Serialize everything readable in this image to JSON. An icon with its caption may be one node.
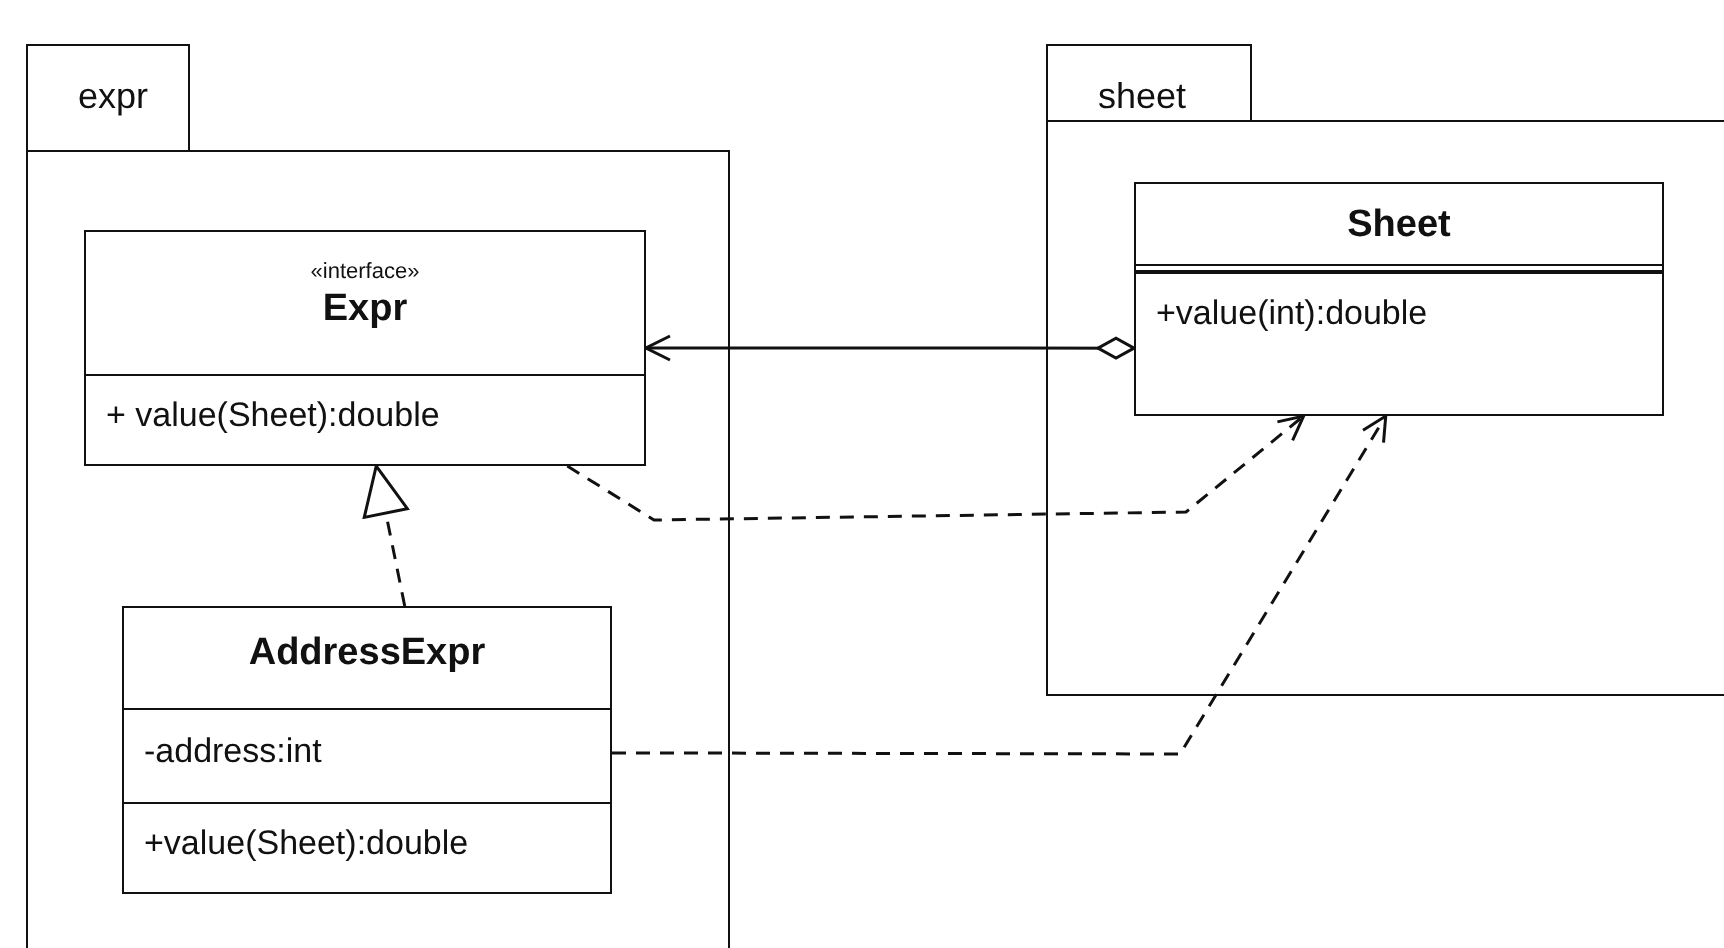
{
  "diagram": {
    "nodes": [
      {
        "text": [
          "expr"
        ]
      },
      {
        "text": [
          "«interface»",
          "Expr",
          "+ value(Sheet):double"
        ],
        "in": 0
      },
      {
        "text": [
          "AddressExpr",
          "-address:int",
          "+value(Sheet):double"
        ],
        "in": 0
      },
      {
        "text": [
          "sheet"
        ]
      },
      {
        "text": [
          "Sheet",
          "+value(int):double"
        ],
        "in": 3
      }
    ],
    "edges": [
      {
        "from": 4,
        "to": 1,
        "arrow": "to"
      },
      {
        "from": 2,
        "to": 1,
        "arrow": "to",
        "style": "dashed"
      },
      {
        "from": 1,
        "to": 4,
        "arrow": "to",
        "style": "dashed"
      },
      {
        "from": 2,
        "to": 4,
        "arrow": "to",
        "style": "dashed"
      }
    ]
  }
}
